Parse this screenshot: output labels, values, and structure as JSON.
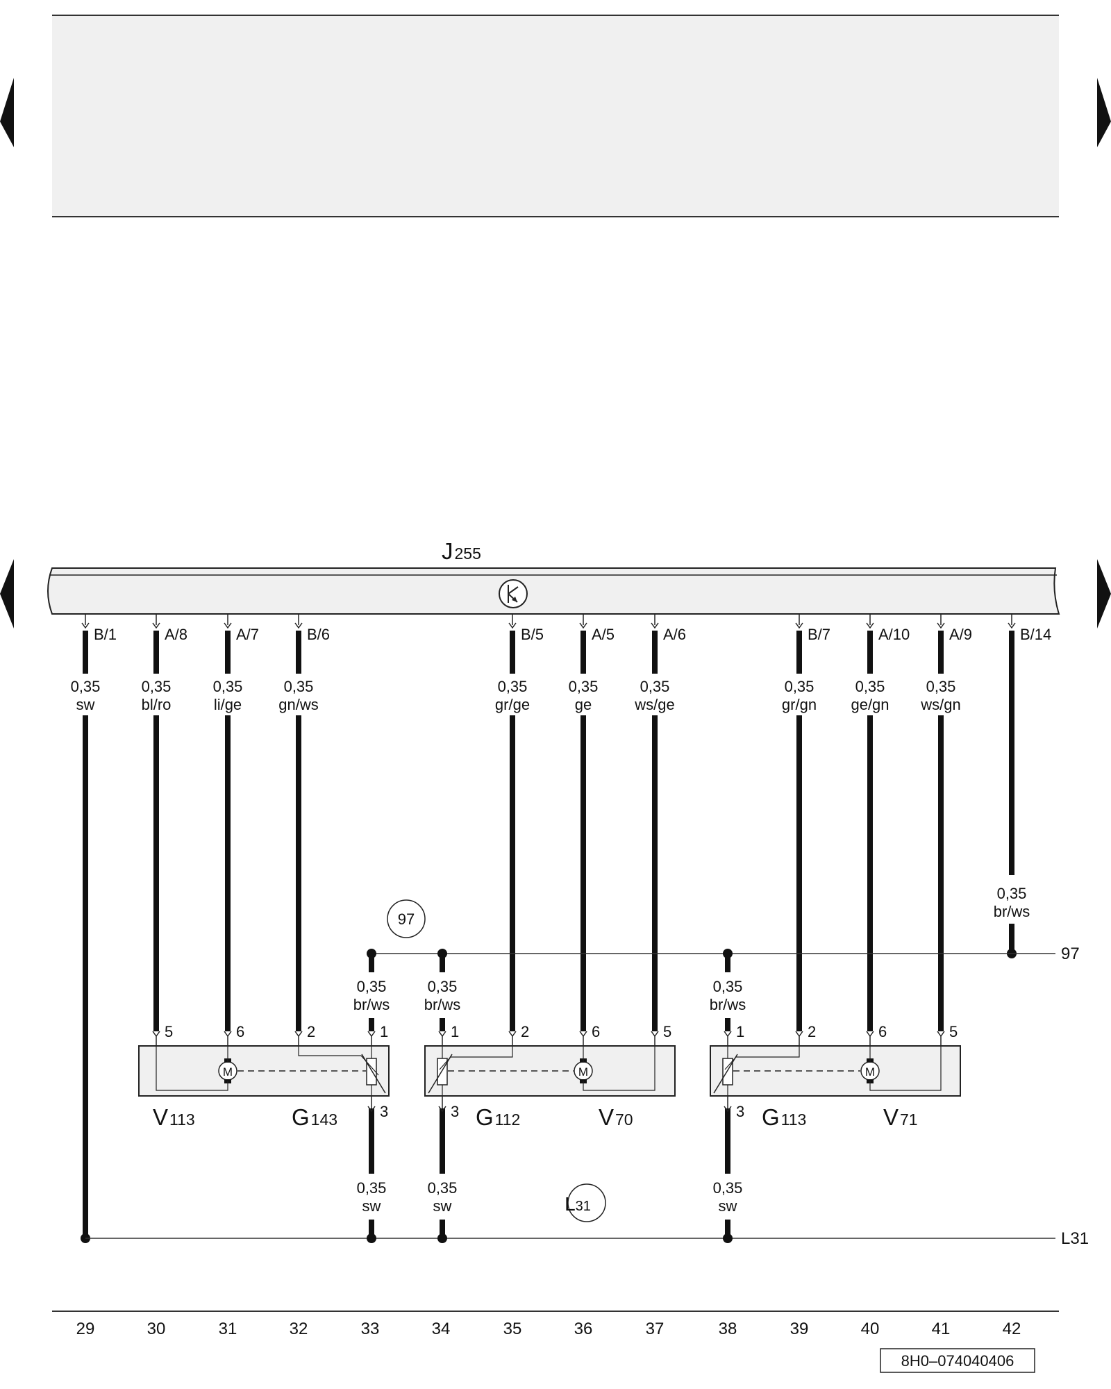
{
  "control_unit": {
    "letter": "J",
    "number": "255"
  },
  "wires": [
    {
      "pin": "B/1",
      "size": "0,35",
      "color": "sw"
    },
    {
      "pin": "A/8",
      "size": "0,35",
      "color": "bl/ro"
    },
    {
      "pin": "A/7",
      "size": "0,35",
      "color": "li/ge"
    },
    {
      "pin": "B/6",
      "size": "0,35",
      "color": "gn/ws"
    },
    {
      "pin": "B/5",
      "size": "0,35",
      "color": "gr/ge"
    },
    {
      "pin": "A/5",
      "size": "0,35",
      "color": "ge"
    },
    {
      "pin": "A/6",
      "size": "0,35",
      "color": "ws/ge"
    },
    {
      "pin": "B/7",
      "size": "0,35",
      "color": "gr/gn"
    },
    {
      "pin": "A/10",
      "size": "0,35",
      "color": "ge/gn"
    },
    {
      "pin": "A/9",
      "size": "0,35",
      "color": "ws/gn"
    },
    {
      "pin": "B/14",
      "size": "0,35",
      "color": "br/ws"
    }
  ],
  "bus_97": {
    "label": "97",
    "circle": "97",
    "wire_size": "0,35",
    "wire_color": "br/ws"
  },
  "bus_l31": {
    "label": "L31",
    "circle_letter": "L",
    "circle_number": "31",
    "wire_size": "0,35",
    "wire_color": "sw"
  },
  "motor_symbol": "M",
  "modules": [
    {
      "pins": [
        "5",
        "6",
        "2",
        "1",
        "3"
      ],
      "components": [
        {
          "letter": "V",
          "number": "113"
        },
        {
          "letter": "G",
          "number": "143"
        }
      ]
    },
    {
      "pins": [
        "1",
        "2",
        "6",
        "5",
        "3"
      ],
      "components": [
        {
          "letter": "G",
          "number": "112"
        },
        {
          "letter": "V",
          "number": "70"
        }
      ]
    },
    {
      "pins": [
        "1",
        "2",
        "6",
        "5",
        "3"
      ],
      "components": [
        {
          "letter": "G",
          "number": "113"
        },
        {
          "letter": "V",
          "number": "71"
        }
      ]
    }
  ],
  "column_numbers": [
    "29",
    "30",
    "31",
    "32",
    "33",
    "34",
    "35",
    "36",
    "37",
    "38",
    "39",
    "40",
    "41",
    "42"
  ],
  "document_code": "8H0–074040406"
}
